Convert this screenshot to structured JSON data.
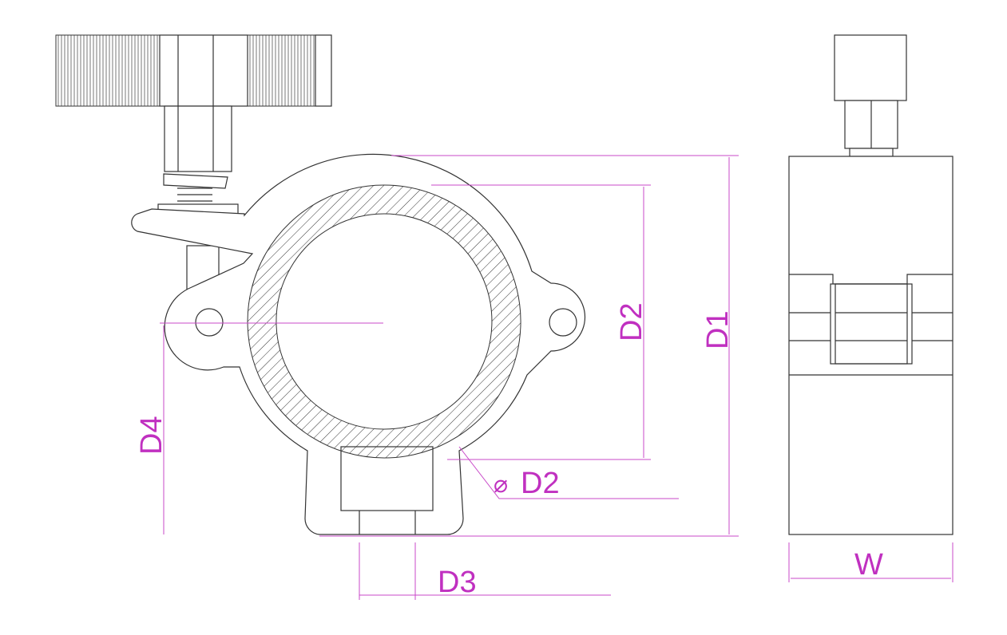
{
  "drawing": {
    "dimensions": {
      "d1": "D1",
      "d2_height": "D2",
      "d2_diameter": "D2",
      "diameter_symbol": "⌀",
      "d3": "D3",
      "d4": "D4",
      "w": "W"
    },
    "colors": {
      "dimension": "#c030c0",
      "line": "#333333"
    }
  }
}
